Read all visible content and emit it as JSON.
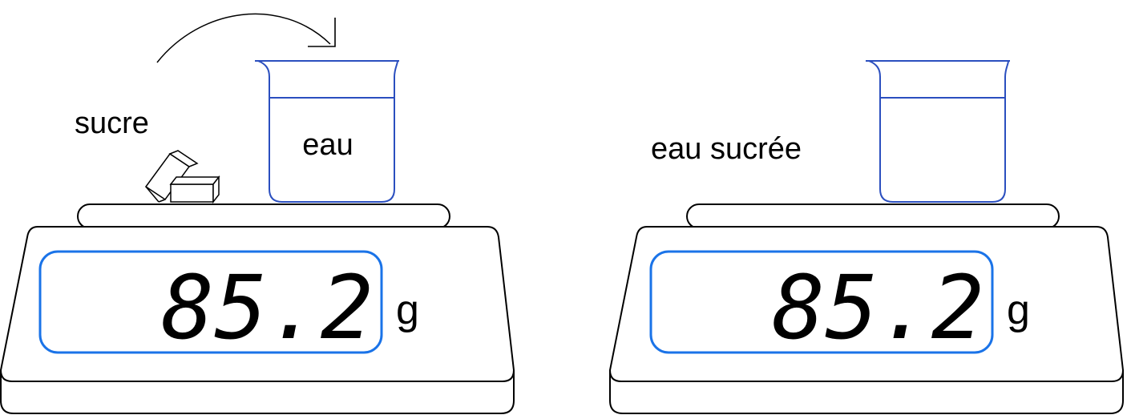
{
  "scenes": {
    "before": {
      "sugar_label": "sucre",
      "beaker_label": "eau",
      "reading": "85.2",
      "unit": "g"
    },
    "after": {
      "solution_label": "eau sucrée",
      "reading": "85.2",
      "unit": "g"
    }
  },
  "colors": {
    "beaker_outline": "#2b4fbf",
    "lcd_border": "#1a73e8",
    "outline": "#000000"
  }
}
